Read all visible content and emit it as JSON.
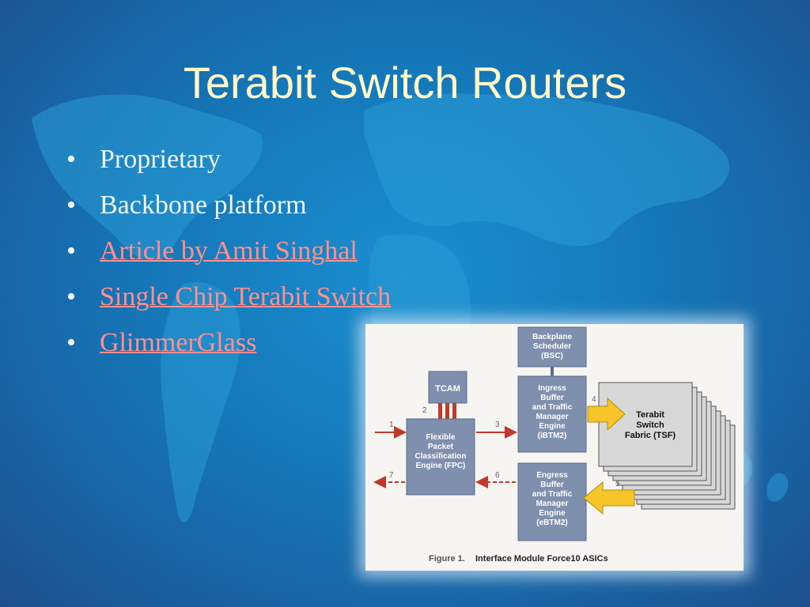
{
  "slide": {
    "title": "Terabit Switch Routers"
  },
  "bullets": [
    {
      "text": "Proprietary",
      "is_link": false
    },
    {
      "text": "Backbone platform",
      "is_link": false
    },
    {
      "text": "Article by Amit Singhal",
      "is_link": true
    },
    {
      "text": "Single Chip Terabit Switch",
      "is_link": true
    },
    {
      "text": "GlimmerGlass",
      "is_link": true
    }
  ],
  "bullet_glyph": "•",
  "figure": {
    "blocks": {
      "bsc": [
        "Backplane",
        "Scheduler",
        "(BSC)"
      ],
      "tcam": "TCAM",
      "fpc": [
        "Flexible",
        "Packet",
        "Classification",
        "Engine (FPC)"
      ],
      "ibtm": [
        "Ingress",
        "Buffer",
        "and Traffic",
        "Manager",
        "Engine",
        "(iBTM2)"
      ],
      "ebtm": [
        "Engress",
        "Buffer",
        "and Traffic",
        "Manager",
        "Engine",
        "(eBTM2)"
      ],
      "tsf": [
        "Terabit",
        "Switch",
        "Fabric (TSF)"
      ]
    },
    "flow_numbers": [
      "1",
      "2",
      "3",
      "4",
      "5",
      "6",
      "7"
    ],
    "caption_prefix": "Figure 1.",
    "caption_text": "Interface Module Force10 ASICs"
  },
  "colors": {
    "title": "#fff9c8",
    "text": "#eef6fb",
    "link": "#ff8f8f",
    "background": "#1577b8",
    "block_fill": "#7f8fae",
    "arrow_yellow": "#f5c52a",
    "arrow_red": "#c0392b"
  }
}
